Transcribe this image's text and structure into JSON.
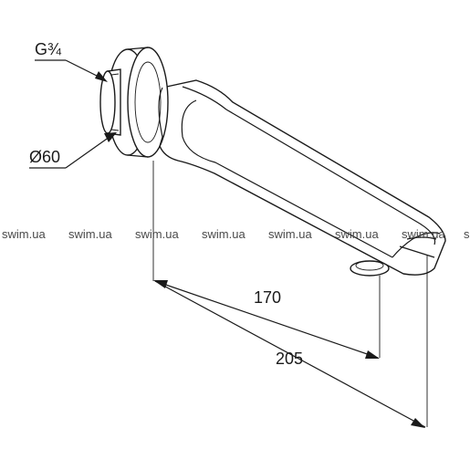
{
  "drawing": {
    "thread_label": "G¾",
    "diameter_label": "Ø60",
    "dim_inner": "170",
    "dim_outer": "205"
  },
  "watermarks": [
    "swim.ua",
    "swim.ua",
    "swim.ua",
    "swim.ua",
    "swim.ua",
    "swim.ua",
    "swim.ua",
    "s"
  ]
}
